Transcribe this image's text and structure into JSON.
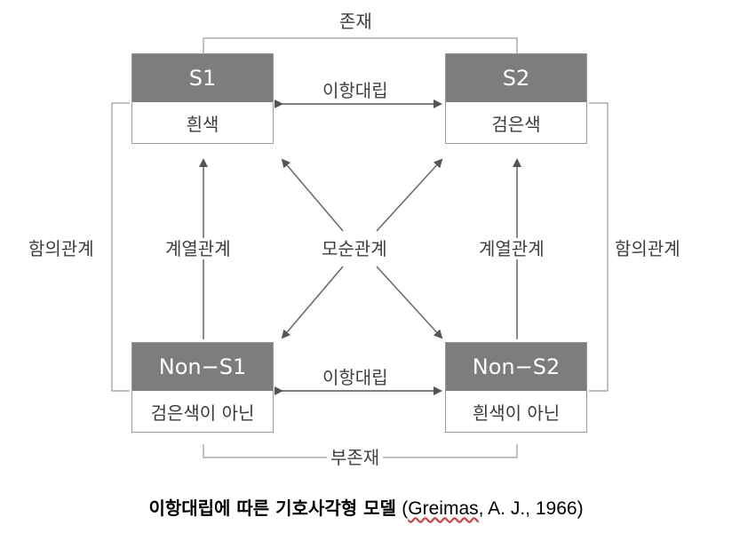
{
  "top_label": "존재",
  "bottom_label": "부존재",
  "left_label": "함의관계",
  "right_label": "함의관계",
  "top_contrary": "이항대립",
  "bottom_contrary": "이항대립",
  "left_complementary": "계열관계",
  "right_complementary": "계열관계",
  "center_contradiction": "모순관계",
  "boxes": {
    "s1": {
      "title": "S1",
      "sub": "흰색"
    },
    "s2": {
      "title": "S2",
      "sub": "검은색"
    },
    "nons1": {
      "title": "Non−S1",
      "sub": "검은색이 아닌"
    },
    "nons2": {
      "title": "Non−S2",
      "sub": "흰색이 아닌"
    }
  },
  "caption": {
    "bold": "이항대립에 따른 기호사각형 모델",
    "citation_author": "Greimas",
    "citation_rest": ", A. J., 1966)"
  },
  "colors": {
    "header_fill": "#7d7d7d",
    "line": "#9a9a9a",
    "arrow": "#555555"
  }
}
